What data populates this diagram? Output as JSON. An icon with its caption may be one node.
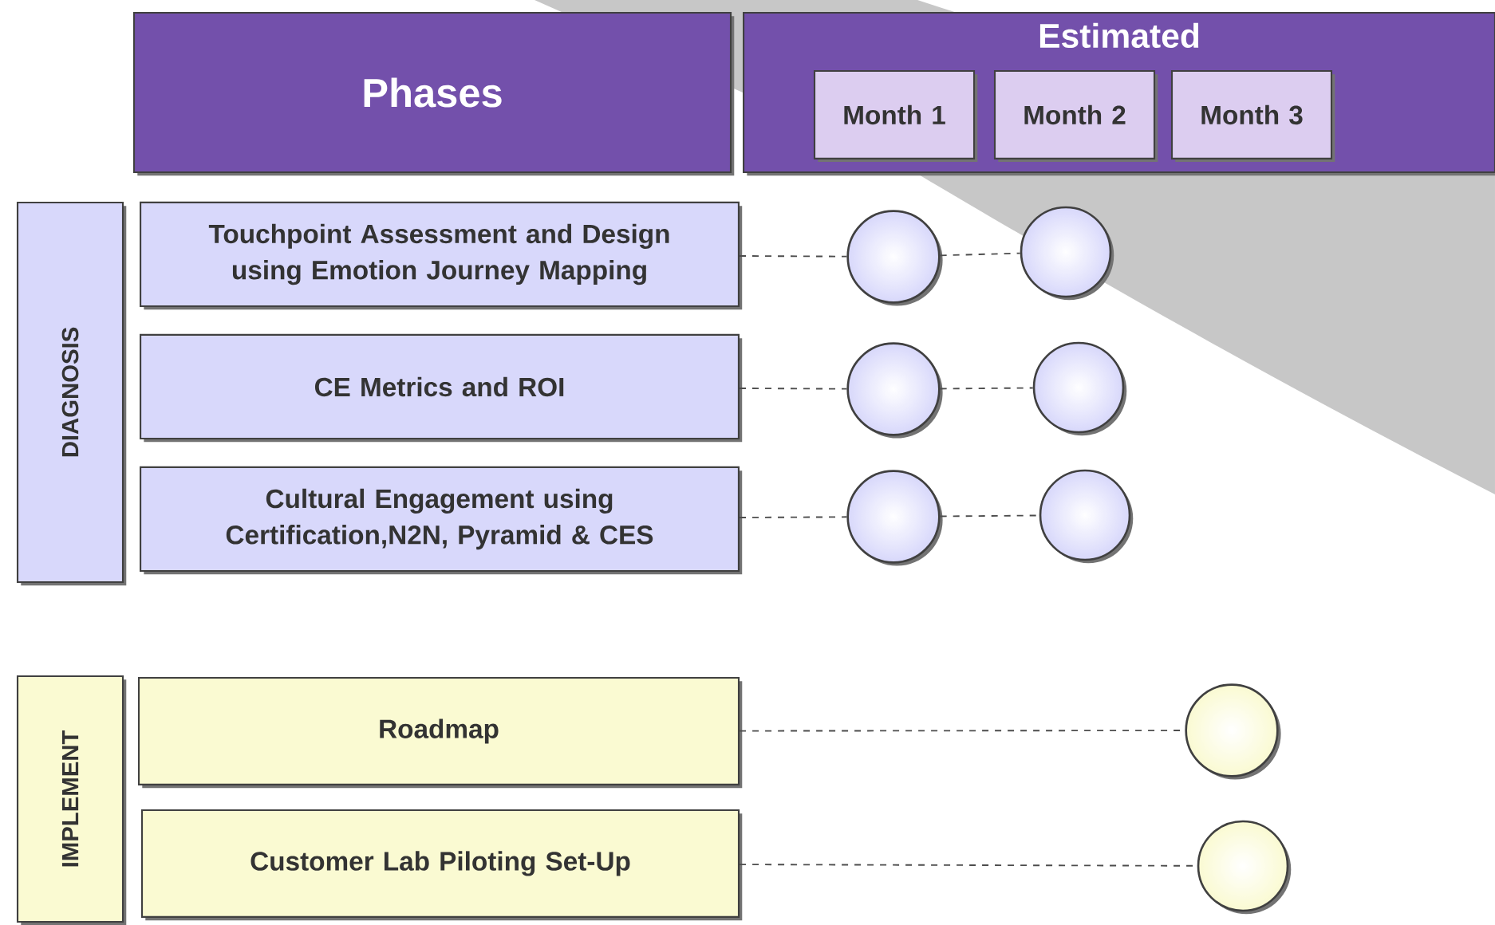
{
  "diagram": {
    "nodes": [
      {
        "text": [
          "Phases"
        ]
      },
      {
        "text": [
          "Estimated"
        ]
      },
      {
        "text": [
          "Month 1"
        ],
        "in": 1
      },
      {
        "text": [
          "Month 2"
        ],
        "in": 1
      },
      {
        "text": [
          "Month 3"
        ],
        "in": 1
      },
      {
        "text": [
          "DIAGNOSIS"
        ]
      },
      {
        "text": [
          "Touchpoint Assessment and Design using Emotion Journey Mapping"
        ]
      },
      {
        "text": [
          "CE Metrics and ROI"
        ]
      },
      {
        "text": [
          "Cultural Engagement using Certification,N2N, Pyramid & CES"
        ]
      },
      {
        "text": [
          "IMPLEMENT"
        ]
      },
      {
        "text": [
          "Roadmap"
        ]
      },
      {
        "text": [
          "Customer Lab Piloting Set-Up"
        ]
      },
      {
        "text": [],
        "shape": "circle"
      },
      {
        "text": [],
        "shape": "circle"
      },
      {
        "text": [],
        "shape": "circle"
      },
      {
        "text": [],
        "shape": "circle"
      },
      {
        "text": [],
        "shape": "circle"
      },
      {
        "text": [],
        "shape": "circle"
      },
      {
        "text": [],
        "shape": "circle"
      },
      {
        "text": [],
        "shape": "circle"
      }
    ],
    "edges": [
      {
        "from": 6,
        "to": 12,
        "arrow": "none",
        "style": "dashed"
      },
      {
        "from": 12,
        "to": 13,
        "arrow": "none",
        "style": "dashed"
      },
      {
        "from": 7,
        "to": 14,
        "arrow": "none",
        "style": "dashed"
      },
      {
        "from": 14,
        "to": 15,
        "arrow": "none",
        "style": "dashed"
      },
      {
        "from": 8,
        "to": 16,
        "arrow": "none",
        "style": "dashed"
      },
      {
        "from": 16,
        "to": 17,
        "arrow": "none",
        "style": "dashed"
      },
      {
        "from": 10,
        "to": 18,
        "arrow": "none",
        "style": "dashed"
      },
      {
        "from": 11,
        "to": 19,
        "arrow": "none",
        "style": "dashed"
      }
    ]
  }
}
